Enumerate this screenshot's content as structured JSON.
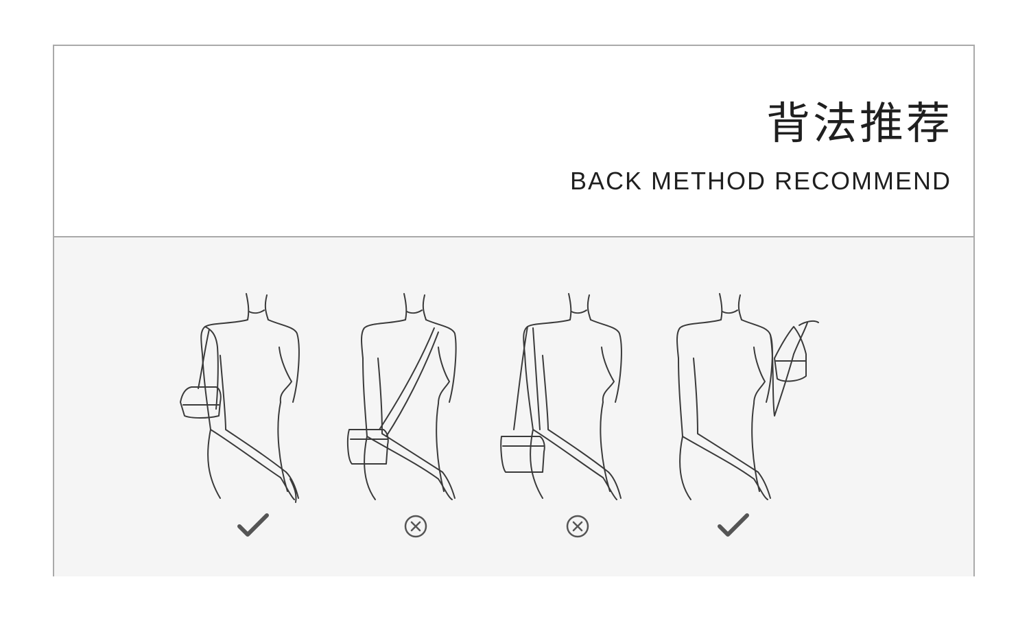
{
  "header": {
    "title_cn": "背法推荐",
    "title_en": "BACK METHOD RECOMMEND"
  },
  "figures": [
    {
      "name": "shoulder-carry",
      "verdict": "correct",
      "icon": "check-icon"
    },
    {
      "name": "crossbody-carry",
      "verdict": "wrong",
      "icon": "cross-circle-icon"
    },
    {
      "name": "long-shoulder-carry",
      "verdict": "wrong",
      "icon": "cross-circle-icon"
    },
    {
      "name": "hand-carry",
      "verdict": "correct",
      "icon": "check-icon"
    }
  ],
  "colors": {
    "border": "#a9a9a9",
    "panel_bg": "#f5f5f5",
    "line": "#3a3a3a",
    "icon": "#555555"
  }
}
